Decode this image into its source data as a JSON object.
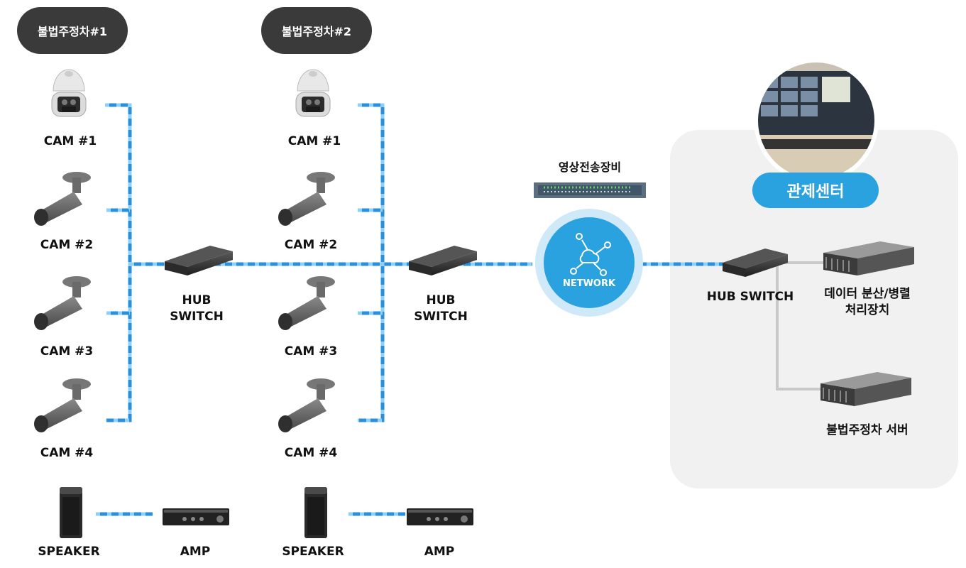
{
  "colors": {
    "line_blue": "#2a8fdc",
    "line_light": "#8fd0f6",
    "network": "#2aa2df",
    "pill": "#3a3a3a",
    "panel": "#f1f1f1"
  },
  "group1": {
    "title": "불법주정차#1",
    "cams": [
      "CAM #1",
      "CAM #2",
      "CAM #3",
      "CAM #4"
    ],
    "hub_line1": "HUB",
    "hub_line2": "SWITCH",
    "speaker": "SPEAKER",
    "amp": "AMP"
  },
  "group2": {
    "title": "불법주정차#2",
    "cams": [
      "CAM #1",
      "CAM #2",
      "CAM #3",
      "CAM #4"
    ],
    "hub_line1": "HUB",
    "hub_line2": "SWITCH",
    "speaker": "SPEAKER",
    "amp": "AMP"
  },
  "transmission": {
    "label": "영상전송장비"
  },
  "network": {
    "label": "NETWORK",
    "icon": "cloud-network-icon"
  },
  "control_center": {
    "title": "관제센터",
    "hub": "HUB SWITCH",
    "server1_line1": "데이터 분산/병렬",
    "server1_line2": "처리장치",
    "server2": "불법주정차 서버"
  }
}
